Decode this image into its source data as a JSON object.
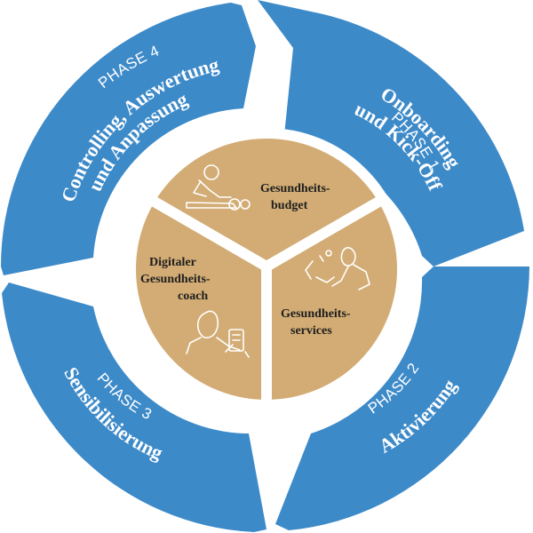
{
  "colors": {
    "ring_blue": "#3d8ac9",
    "core_gold": "#d2ac74",
    "white": "#ffffff",
    "text_dark": "#1e1e1e"
  },
  "phases": [
    {
      "label": "PHASE 1",
      "lines": [
        "Onboarding",
        "und Kick-Off"
      ]
    },
    {
      "label": "PHASE 2",
      "lines": [
        "Aktivierung"
      ]
    },
    {
      "label": "PHASE 3",
      "lines": [
        "Sensibilisierung"
      ]
    },
    {
      "label": "PHASE 4",
      "lines": [
        "Controlling, Auswertung",
        "und Anpassung"
      ]
    }
  ],
  "core": [
    {
      "lines": [
        "Gesundheits-",
        "budget"
      ],
      "icon": "massage-icon"
    },
    {
      "lines": [
        "Gesundheits-",
        "services"
      ],
      "icon": "doctor-patient-icon"
    },
    {
      "lines": [
        "Digitaler",
        "Gesundheits-",
        "coach"
      ],
      "icon": "smartphone-user-icon"
    }
  ]
}
